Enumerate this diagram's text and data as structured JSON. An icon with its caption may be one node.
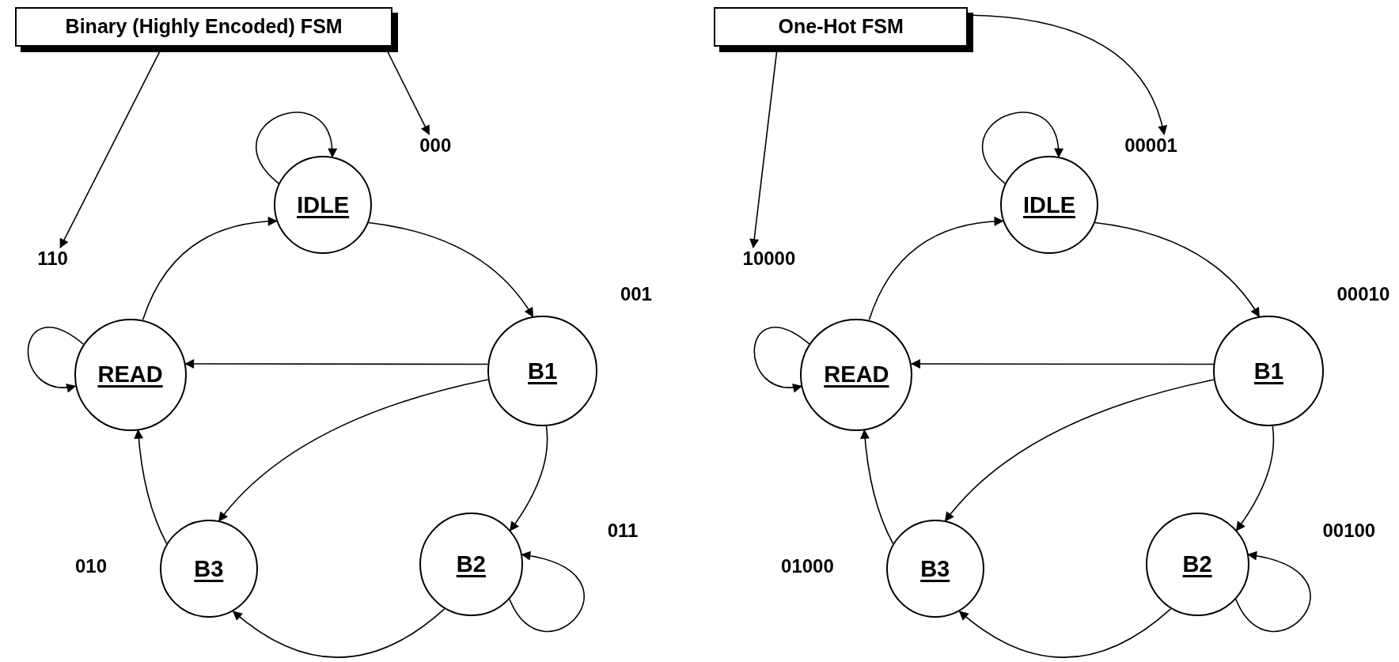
{
  "diagram": {
    "nodes": [
      {
        "text": [
          "Binary (Highly Encoded) FSM"
        ]
      },
      {
        "text": [
          "000"
        ]
      },
      {
        "text": [
          "110"
        ]
      },
      {
        "text": [
          "IDLE"
        ]
      },
      {
        "text": [
          "READ"
        ]
      },
      {
        "text": [
          "B1"
        ]
      },
      {
        "text": [
          "B3"
        ]
      },
      {
        "text": [
          "B2"
        ]
      },
      {
        "text": [
          "One-Hot FSM"
        ]
      },
      {
        "text": [
          "00001"
        ]
      },
      {
        "text": [
          "10000"
        ]
      },
      {
        "text": [
          "IDLE"
        ]
      },
      {
        "text": [
          "READ"
        ]
      },
      {
        "text": [
          "B1"
        ]
      },
      {
        "text": [
          "B3"
        ]
      },
      {
        "text": [
          "B2"
        ]
      }
    ],
    "edges": [
      {
        "from": 0,
        "to": 2,
        "arrow": "to"
      },
      {
        "from": 0,
        "to": 1,
        "arrow": "to"
      },
      {
        "from": 3,
        "to": 3,
        "arrow": "to"
      },
      {
        "from": 3,
        "to": 5,
        "arrow": "to"
      },
      {
        "from": 4,
        "to": 3,
        "arrow": "to"
      },
      {
        "from": 4,
        "to": 4,
        "arrow": "to"
      },
      {
        "from": 5,
        "to": 4,
        "arrow": "to"
      },
      {
        "from": 5,
        "to": 6,
        "arrow": "to"
      },
      {
        "from": 5,
        "to": 7,
        "arrow": "to"
      },
      {
        "from": 7,
        "to": 7,
        "arrow": "to"
      },
      {
        "from": 7,
        "to": 6,
        "arrow": "to"
      },
      {
        "from": 6,
        "to": 4,
        "arrow": "to"
      },
      {
        "from": 8,
        "to": 10,
        "arrow": "to"
      },
      {
        "from": 8,
        "to": 9,
        "arrow": "to"
      },
      {
        "from": 11,
        "to": 11,
        "arrow": "to"
      },
      {
        "from": 11,
        "to": 13,
        "arrow": "to"
      },
      {
        "from": 12,
        "to": 11,
        "arrow": "to"
      },
      {
        "from": 12,
        "to": 12,
        "arrow": "to"
      },
      {
        "from": 13,
        "to": 12,
        "arrow": "to"
      },
      {
        "from": 13,
        "to": 14,
        "arrow": "to"
      },
      {
        "from": 13,
        "to": 15,
        "arrow": "to"
      },
      {
        "from": 15,
        "to": 15,
        "arrow": "to"
      },
      {
        "from": 15,
        "to": 14,
        "arrow": "to"
      },
      {
        "from": 14,
        "to": 12,
        "arrow": "to"
      }
    ],
    "labels": [
      "001",
      "011",
      "010",
      "00010",
      "00100",
      "01000"
    ]
  }
}
